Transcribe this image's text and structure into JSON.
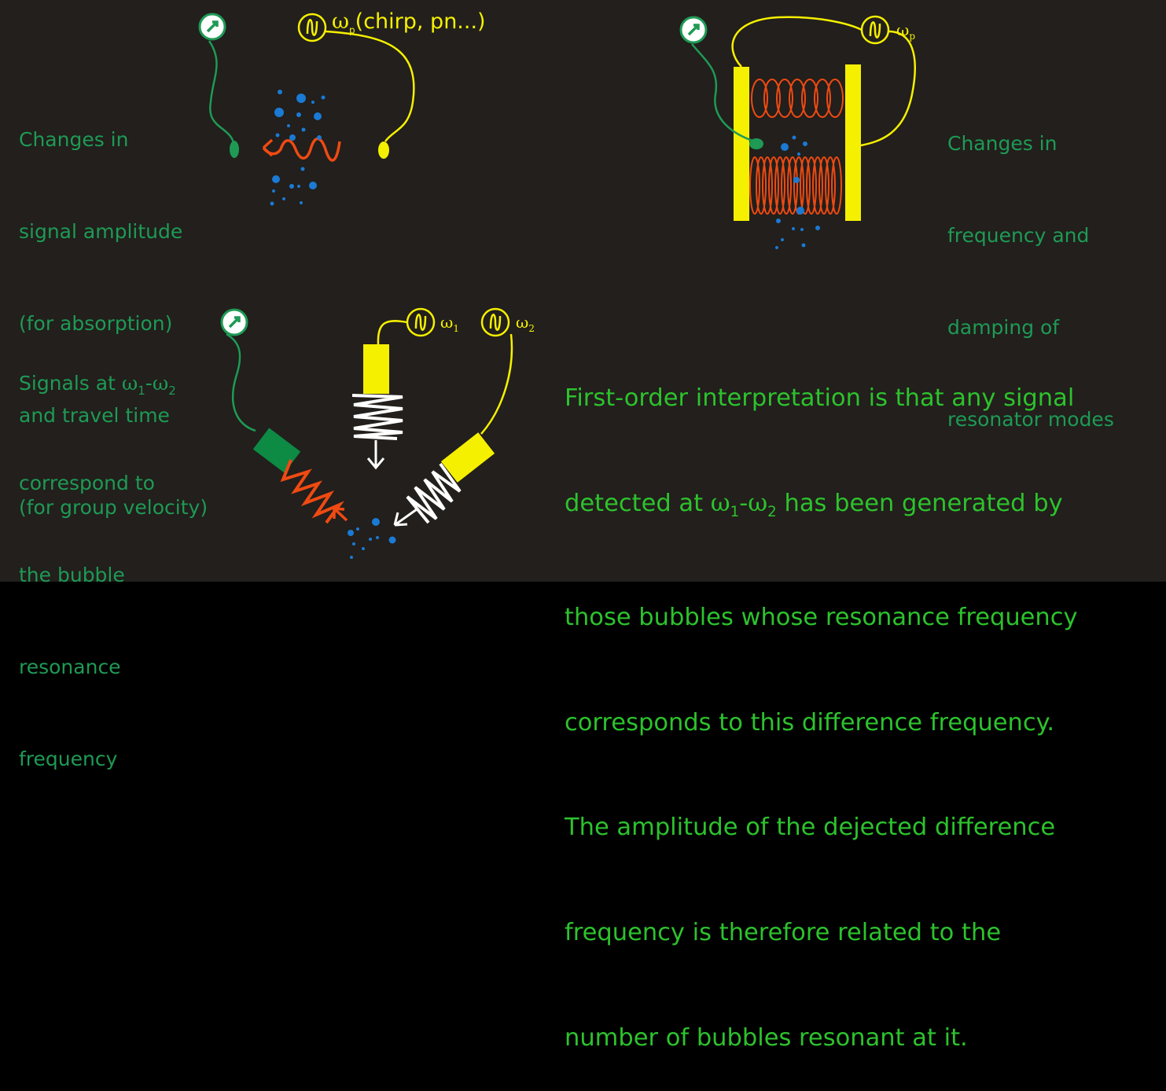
{
  "panel_top_left": {
    "label_lines": [
      "Changes in",
      "signal amplitude",
      "(for absorption)",
      "and travel time",
      "(for group velocity)"
    ],
    "source_label": "ω",
    "source_sub": "p",
    "source_suffix": "(chirp, pn...)"
  },
  "panel_top_right": {
    "label_lines": [
      "Changes in",
      "frequency and",
      "damping of",
      "resonator modes"
    ],
    "source_label": "ω",
    "source_sub": "p"
  },
  "panel_bottom_left": {
    "label_first": "Signals at ",
    "label_w1": "ω",
    "label_sub1": "1",
    "label_dash": "-",
    "label_w2": "ω",
    "label_sub2": "2",
    "label_lines": [
      "correspond to",
      "the bubble",
      "resonance",
      "frequency"
    ],
    "source1_label": "ω",
    "source1_sub": "1",
    "source2_label": "ω",
    "source2_sub": "2"
  },
  "explanation": {
    "line1": "First-order interpretation is that any signal",
    "line2_pre": "detected at ",
    "line2_w1": "ω",
    "line2_sub1": "1",
    "line2_dash": "-",
    "line2_w2": "ω",
    "line2_sub2": "2",
    "line2_post": " has been generated by",
    "lines_rest": [
      "those bubbles whose resonance frequency",
      "corresponds to this difference frequency.",
      "The amplitude of the dejected difference",
      "frequency is therefore related to the",
      "number of bubbles resonant at it."
    ]
  },
  "colors": {
    "background": "#221f1c",
    "label_green": "#1e9a55",
    "text_green": "#2dc22d",
    "yellow": "#f5f000",
    "orange": "#ef4a12",
    "bubble_blue": "#1a7ad4"
  }
}
